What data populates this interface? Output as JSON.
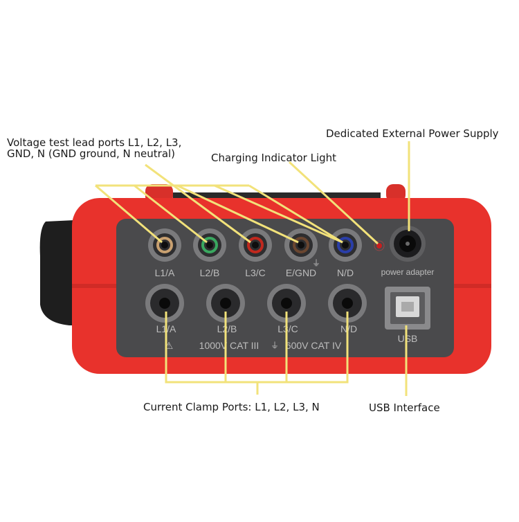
{
  "callouts": {
    "voltage_ports_line1": "Voltage test lead ports L1, L2, L3,",
    "voltage_ports_line2": "GND, N (GND ground, N neutral)",
    "charging_indicator": "Charging Indicator Light",
    "external_power": "Dedicated External Power Supply",
    "current_clamp": "Current Clamp Ports: L1, L2, L3, N",
    "usb_interface": "USB Interface"
  },
  "device": {
    "voltage_ports": [
      {
        "label": "L1/A",
        "ring_color": "#c8a070"
      },
      {
        "label": "L2/B",
        "ring_color": "#3aa860"
      },
      {
        "label": "L3/C",
        "ring_color": "#c0281e"
      },
      {
        "label": "E/GND",
        "ring_color": "#6a4630"
      },
      {
        "label": "N/D",
        "ring_color": "#2a3ea8"
      }
    ],
    "ground_symbol": "⏚",
    "power_label": "power adapter",
    "clamp_ports": [
      {
        "label": "L1/A"
      },
      {
        "label": "L2/B"
      },
      {
        "label": "L3/C"
      },
      {
        "label": "N/D"
      }
    ],
    "usb_label": "USB",
    "warning_symbol": "⚠",
    "cat_rating_1": "1000V CAT III",
    "cat_ground": "⏚",
    "cat_rating_2": "600V CAT IV"
  },
  "colors": {
    "body_red": "#e8322c",
    "panel_gray": "#4a4a4c",
    "leader_yellow": "#f2e27a"
  }
}
